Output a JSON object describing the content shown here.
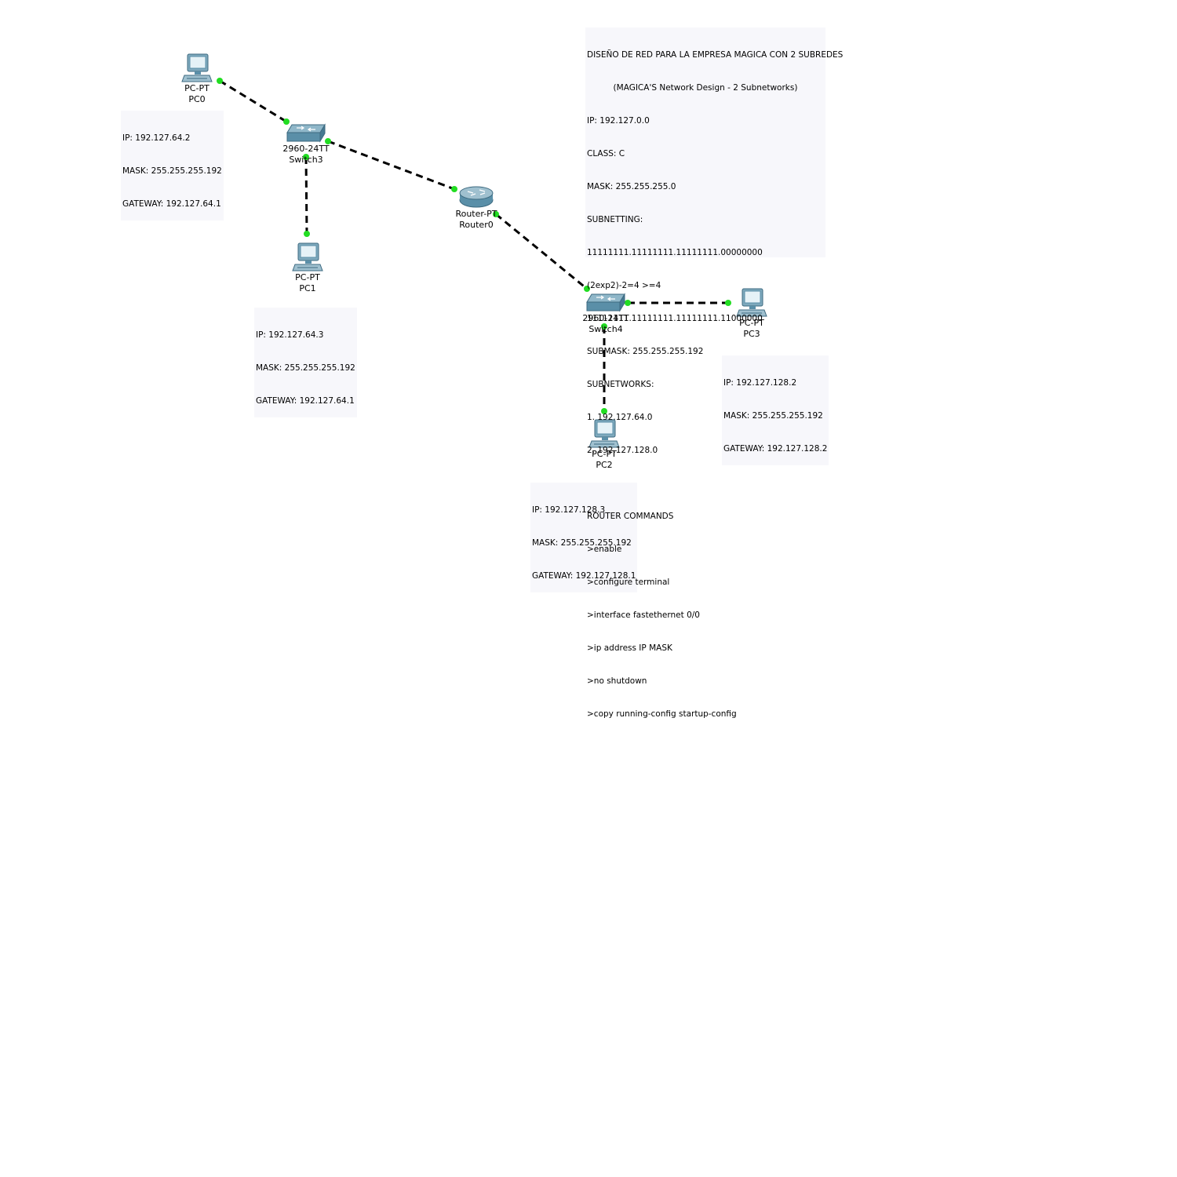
{
  "devices": {
    "pc0": {
      "model": "PC-PT",
      "name": "PC0"
    },
    "pc1": {
      "model": "PC-PT",
      "name": "PC1"
    },
    "pc2": {
      "model": "PC-PT",
      "name": "PC2"
    },
    "pc3": {
      "model": "PC-PT",
      "name": "PC3"
    },
    "switch3": {
      "model": "2960-24TT",
      "name": "Switch3"
    },
    "switch4": {
      "model": "2960-24TT",
      "name": "Switch4"
    },
    "router0": {
      "model": "Router-PT",
      "name": "Router0"
    }
  },
  "host_notes": {
    "pc0": {
      "ip": "IP: 192.127.64.2",
      "mask": "MASK: 255.255.255.192",
      "gateway": "GATEWAY: 192.127.64.1"
    },
    "pc1": {
      "ip": "IP: 192.127.64.3",
      "mask": "MASK: 255.255.255.192",
      "gateway": "GATEWAY: 192.127.64.1"
    },
    "pc2": {
      "ip": "IP: 192.127.128.3",
      "mask": "MASK: 255.255.255.192",
      "gateway": "GATEWAY: 192.127.128.1"
    },
    "pc3": {
      "ip": "IP: 192.127.128.2",
      "mask": "MASK: 255.255.255.192",
      "gateway": "GATEWAY: 192.127.128.2"
    }
  },
  "design_note": {
    "title": "DISEÑO DE RED PARA LA EMPRESA MAGICA CON 2 SUBREDES",
    "subtitle": "(MAGICA'S Network Design - 2 Subnetworks)",
    "ip": "IP: 192.127.0.0",
    "class": "CLASS: C",
    "mask": "MASK: 255.255.255.0",
    "subnetting_label": "SUBNETTING:",
    "binary_mask": "11111111.11111111.11111111.00000000",
    "formula": "(2exp2)-2=4 >=4",
    "binary_submask": "11111111.11111111.11111111.11000000",
    "submask": "SUBMASK: 255.255.255.192",
    "subnetworks_label": "SUBNETWORKS:",
    "subnet1": "1. 192.127.64.0",
    "subnet2": "2. 192.127.128.0",
    "router_commands_label": "ROUTER COMMANDS",
    "cmd1": ">enable",
    "cmd2": ">configure terminal",
    "cmd3": ">interface fastethernet 0/0",
    "cmd4": ">ip address IP MASK",
    "cmd5": ">no shutdown",
    "cmd6": ">copy running-config startup-config"
  },
  "colors": {
    "link": "#000000",
    "port_up": "#22dd22",
    "device_body": "#5a8fa8",
    "note_bg": "#f7f7fb"
  }
}
